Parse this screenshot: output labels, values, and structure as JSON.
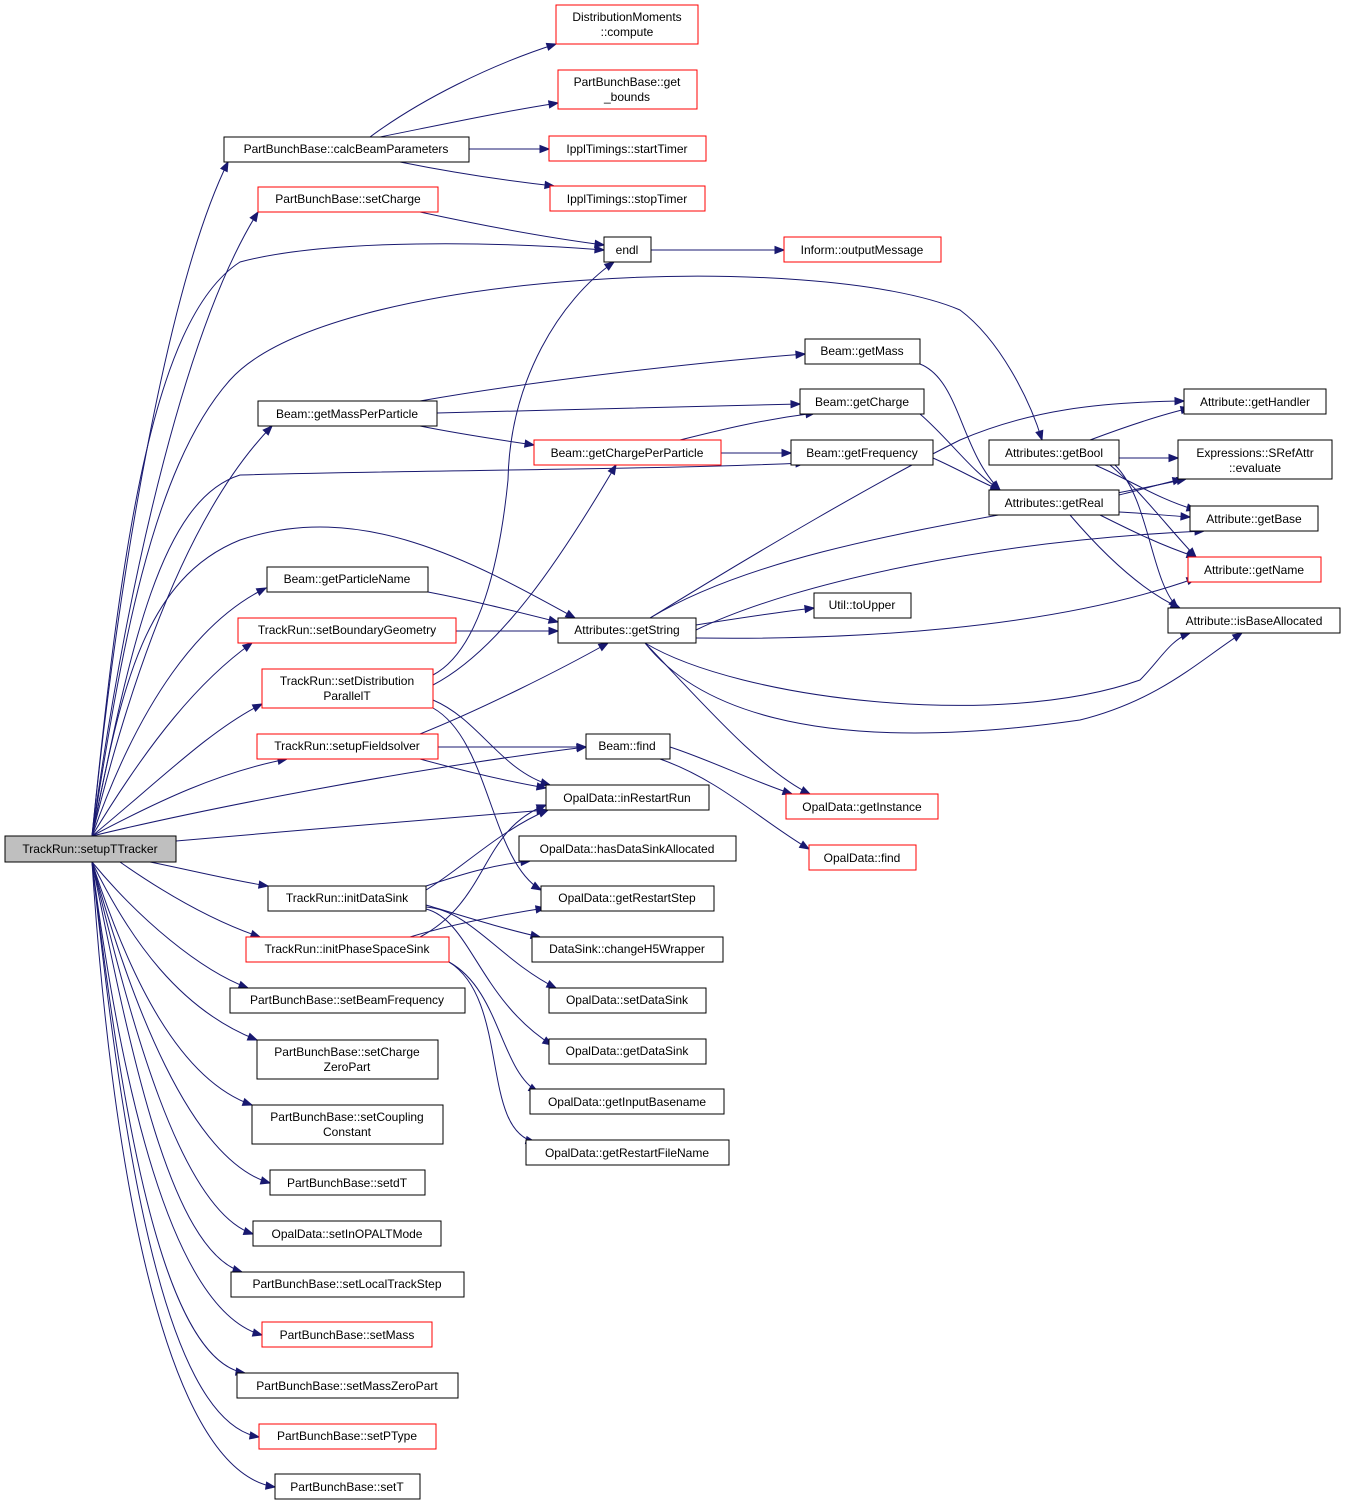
{
  "colors": {
    "edge": "#191970",
    "node_border": "#000000",
    "node_border_external": "#ff0000",
    "root_fill": "#bfbfbf"
  },
  "nodes": {
    "root": "TrackRun::setupTTracker",
    "calc": "PartBunchBase::calcBeamParameters",
    "dm_compute": [
      "DistributionMoments",
      "::compute"
    ],
    "pbb_get_bounds": [
      "PartBunchBase::get",
      "_bounds"
    ],
    "ippl_start": "IpplTimings::startTimer",
    "ippl_stop": "IpplTimings::stopTimer",
    "set_charge": "PartBunchBase::setCharge",
    "endl": "endl",
    "inform_output": "Inform::outputMessage",
    "beam_getmass": "Beam::getMass",
    "beam_mpp": "Beam::getMassPerParticle",
    "beam_getcharge": "Beam::getCharge",
    "beam_cpp": "Beam::getChargePerParticle",
    "beam_freq": "Beam::getFrequency",
    "attrs_getbool": "Attributes::getBool",
    "attrs_getreal": "Attributes::getReal",
    "attr_gethandler": "Attribute::getHandler",
    "expr_eval": [
      "Expressions::SRefAttr",
      "::evaluate"
    ],
    "attr_getbase": "Attribute::getBase",
    "attr_getname": "Attribute::getName",
    "attr_isbase": "Attribute::isBaseAllocated",
    "beam_pname": "Beam::getParticleName",
    "attrs_getstring": "Attributes::getString",
    "util_toupper": "Util::toUpper",
    "tr_boundary": "TrackRun::setBoundaryGeometry",
    "tr_dist": [
      "TrackRun::setDistribution",
      "ParallelT"
    ],
    "tr_field": "TrackRun::setupFieldsolver",
    "beam_find": "Beam::find",
    "opal_restart": "OpalData::inRestartRun",
    "opal_getinst": "OpalData::getInstance",
    "opal_find": "OpalData::find",
    "opal_hasds": "OpalData::hasDataSinkAllocated",
    "tr_initds": "TrackRun::initDataSink",
    "opal_restartstep": "OpalData::getRestartStep",
    "tr_phase": "TrackRun::initPhaseSpaceSink",
    "ds_h5": "DataSink::changeH5Wrapper",
    "pbb_beamfreq": "PartBunchBase::setBeamFrequency",
    "opal_setds": "OpalData::setDataSink",
    "pbb_czp": [
      "PartBunchBase::setCharge",
      "ZeroPart"
    ],
    "opal_getds": "OpalData::getDataSink",
    "opal_inputbase": "OpalData::getInputBasename",
    "pbb_coupling": [
      "PartBunchBase::setCoupling",
      "Constant"
    ],
    "opal_restartfile": "OpalData::getRestartFileName",
    "pbb_setdt": "PartBunchBase::setdT",
    "opal_setinopalt": "OpalData::setInOPALTMode",
    "pbb_localtrack": "PartBunchBase::setLocalTrackStep",
    "pbb_setmass": "PartBunchBase::setMass",
    "pbb_mzp": "PartBunchBase::setMassZeroPart",
    "pbb_ptype": "PartBunchBase::setPType",
    "pbb_sett": "PartBunchBase::setT"
  }
}
